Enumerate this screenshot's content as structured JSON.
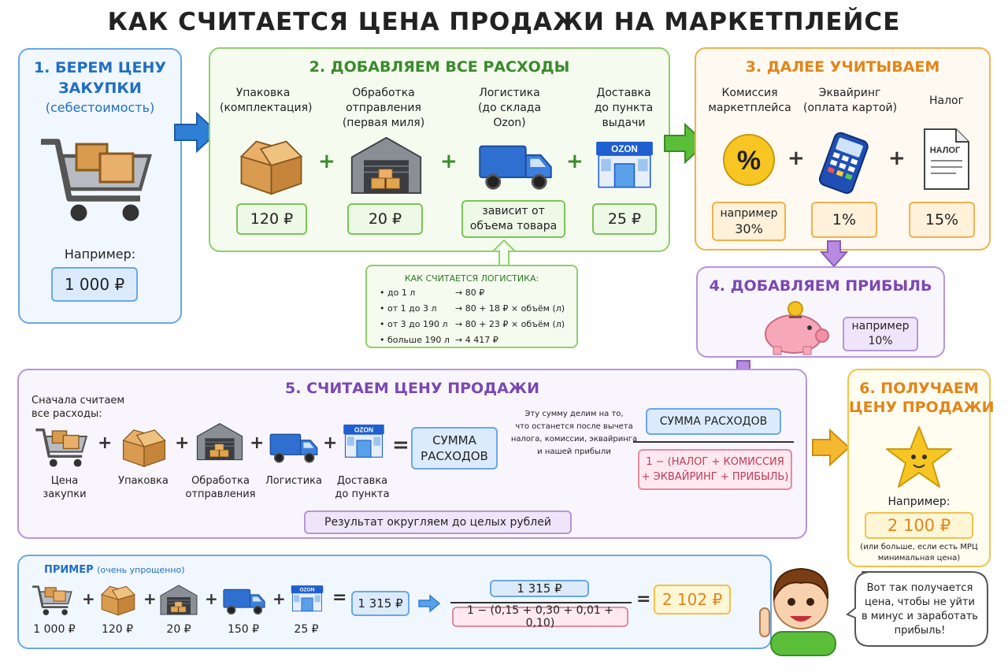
{
  "title": "КАК СЧИТАЕТСЯ ЦЕНА ПРОДАЖИ НА МАРКЕТПЛЕЙСЕ",
  "step1": {
    "title_line1": "1. БЕРЕМ ЦЕНУ",
    "title_line2": "ЗАКУПКИ",
    "subtitle": "(себестоимость)",
    "example_label": "Например:",
    "example_value": "1 000 ₽"
  },
  "step2": {
    "title": "2. ДОБАВЛЯЕМ ВСЕ РАСХОДЫ",
    "items": [
      {
        "label_l1": "Упаковка",
        "label_l2": "(комплектация)",
        "label_l3": "",
        "value": "120 ₽"
      },
      {
        "label_l1": "Обработка",
        "label_l2": "отправления",
        "label_l3": "(первая миля)",
        "value": "20 ₽"
      },
      {
        "label_l1": "Логистика",
        "label_l2": "(до склада",
        "label_l3": "Ozon)",
        "value_l1": "зависит от",
        "value_l2": "объема товара"
      },
      {
        "label_l1": "Доставка",
        "label_l2": "до пункта",
        "label_l3": "выдачи",
        "value": "25 ₽"
      }
    ],
    "ozon_sign": "OZON"
  },
  "logistics": {
    "title": "КАК СЧИТАЕТСЯ ЛОГИСТИКА:",
    "rows": [
      {
        "range": "до 1 л",
        "formula": "→  80 ₽"
      },
      {
        "range": "от 1 до 3 л",
        "formula": "→  80 + 18 ₽ × объём (л)"
      },
      {
        "range": "от 3 до 190 л",
        "formula": "→  80 + 23 ₽ × объём (л)"
      },
      {
        "range": "больше 190 л",
        "formula": "→  4 417 ₽"
      }
    ]
  },
  "step3": {
    "title": "3. ДАЛЕЕ УЧИТЫВАЕМ",
    "items": [
      {
        "label_l1": "Комиссия",
        "label_l2": "маркетплейса",
        "value_l1": "например",
        "value_l2": "30%"
      },
      {
        "label_l1": "Эквайринг",
        "label_l2": "(оплата картой)",
        "value": "1%"
      },
      {
        "label_l1": "Налог",
        "label_l2": "",
        "value": "15%"
      }
    ],
    "percent_symbol": "%",
    "tax_doc": "НАЛОГ"
  },
  "step4": {
    "title": "4. ДОБАВЛЯЕМ ПРИБЫЛЬ",
    "value_l1": "например",
    "value_l2": "10%"
  },
  "step5": {
    "title": "5. СЧИТАЕМ ЦЕНУ ПРОДАЖИ",
    "intro_l1": "Сначала считаем",
    "intro_l2": "все расходы:",
    "items": [
      {
        "l1": "Цена",
        "l2": "закупки"
      },
      {
        "l1": "Упаковка",
        "l2": ""
      },
      {
        "l1": "Обработка",
        "l2": "отправления"
      },
      {
        "l1": "Логистика",
        "l2": ""
      },
      {
        "l1": "Доставка",
        "l2": "до пункта"
      }
    ],
    "sum_l1": "СУММА",
    "sum_l2": "РАСХОДОВ",
    "note_l1": "Эту сумму делим на то,",
    "note_l2": "что останется после вычета",
    "note_l3": "налога, комиссии, эквайринга",
    "note_l4": "и нашей прибыли",
    "numerator": "СУММА РАСХОДОВ",
    "denominator_l1": "1 − (НАЛОГ + КОМИССИЯ",
    "denominator_l2": "+ ЭКВАЙРИНГ + ПРИБЫЛЬ)",
    "rounding": "Результат округляем до целых рублей"
  },
  "step6": {
    "title_l1": "6. ПОЛУЧАЕМ",
    "title_l2": "ЦЕНУ ПРОДАЖИ",
    "example_label": "Например:",
    "example_value": "2 100 ₽",
    "note_l1": "(или больше, если есть МРЦ",
    "note_l2": "минимальная цена)"
  },
  "example": {
    "title": "ПРИМЕР",
    "subtitle": "(очень упрощенно)",
    "values": [
      "1 000 ₽",
      "120 ₽",
      "20 ₽",
      "150 ₽",
      "25 ₽"
    ],
    "sum": "1 315 ₽",
    "numerator": "1 315 ₽",
    "denominator": "1 − (0,15 + 0,30 + 0,01 + 0,10)",
    "result": "2 102 ₽"
  },
  "speech": {
    "l1": "Вот так получается",
    "l2": "цена, чтобы не уйти",
    "l3": "в минус и заработать",
    "l4": "прибыль!"
  },
  "colors": {
    "blue": "#1f6fc4",
    "green": "#3a8a2c",
    "orange": "#e2851a",
    "purple": "#7a48b4",
    "arrow_blue": "#2f7fd6",
    "arrow_green": "#5cbf3a",
    "arrow_yellow": "#f5b82e",
    "arrow_purple": "#b78be0"
  }
}
